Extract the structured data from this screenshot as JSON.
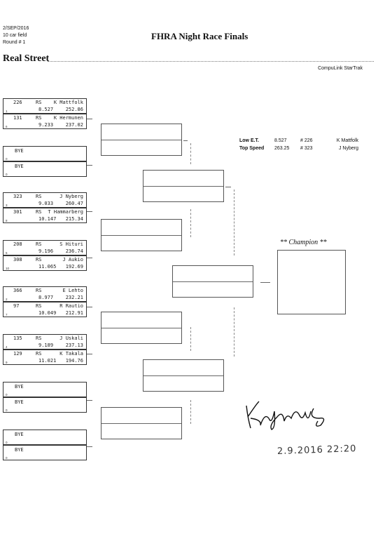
{
  "header": {
    "date": "2/SEP/2016",
    "field": "10 car field",
    "round": "Round # 1",
    "title": "FHRA Night Race Finals",
    "class_name": "Real Street",
    "brand": "CompuLink StarTrak"
  },
  "entries": [
    {
      "car": "226",
      "cls": "RS",
      "name": "K Mattfolk",
      "et": "8.527",
      "mph": "252.86",
      "lane": "1"
    },
    {
      "car": "131",
      "cls": "RS",
      "name": "K Hermunen",
      "et": "9.233",
      "mph": "237.02",
      "lane": "6"
    },
    {
      "car": "",
      "cls": "",
      "name": "BYE",
      "et": "",
      "mph": "",
      "lane": "0"
    },
    {
      "car": "",
      "cls": "",
      "name": "BYE",
      "et": "",
      "mph": "",
      "lane": "0"
    },
    {
      "car": "323",
      "cls": "RS",
      "name": "J Nyberg",
      "et": "9.033",
      "mph": "260.47",
      "lane": "3"
    },
    {
      "car": "301",
      "cls": "RS",
      "name": "T Hammarberg",
      "et": "10.147",
      "mph": "215.34",
      "lane": "8"
    },
    {
      "car": "208",
      "cls": "RS",
      "name": "S Hituri",
      "et": "9.196",
      "mph": "236.74",
      "lane": "5"
    },
    {
      "car": "308",
      "cls": "RS",
      "name": "J Aukio",
      "et": "11.065",
      "mph": "192.69",
      "lane": "10"
    },
    {
      "car": "366",
      "cls": "RS",
      "name": "E Lehto",
      "et": "8.977",
      "mph": "232.21",
      "lane": "2"
    },
    {
      "car": "97",
      "cls": "RS",
      "name": "R Rautio",
      "et": "10.049",
      "mph": "212.91",
      "lane": "7"
    },
    {
      "car": "135",
      "cls": "RS",
      "name": "J Uskali",
      "et": "9.189",
      "mph": "237.13",
      "lane": "4"
    },
    {
      "car": "129",
      "cls": "RS",
      "name": "K Takala",
      "et": "11.021",
      "mph": "194.76",
      "lane": "9"
    },
    {
      "car": "",
      "cls": "",
      "name": "BYE",
      "et": "",
      "mph": "",
      "lane": "0"
    },
    {
      "car": "",
      "cls": "",
      "name": "BYE",
      "et": "",
      "mph": "",
      "lane": "0"
    },
    {
      "car": "",
      "cls": "",
      "name": "BYE",
      "et": "",
      "mph": "",
      "lane": "0"
    },
    {
      "car": "",
      "cls": "",
      "name": "BYE",
      "et": "",
      "mph": "",
      "lane": "0"
    }
  ],
  "stats": {
    "low_et": {
      "label": "Low E.T.",
      "value": "8.527",
      "car": "# 226",
      "name": "K Mattfolk"
    },
    "top_speed": {
      "label": "Top Speed",
      "value": "263.25",
      "car": "# 323",
      "name": "J Nyberg"
    }
  },
  "champion_label": "** Champion **",
  "signature_date": "2.9.2016 22:20"
}
